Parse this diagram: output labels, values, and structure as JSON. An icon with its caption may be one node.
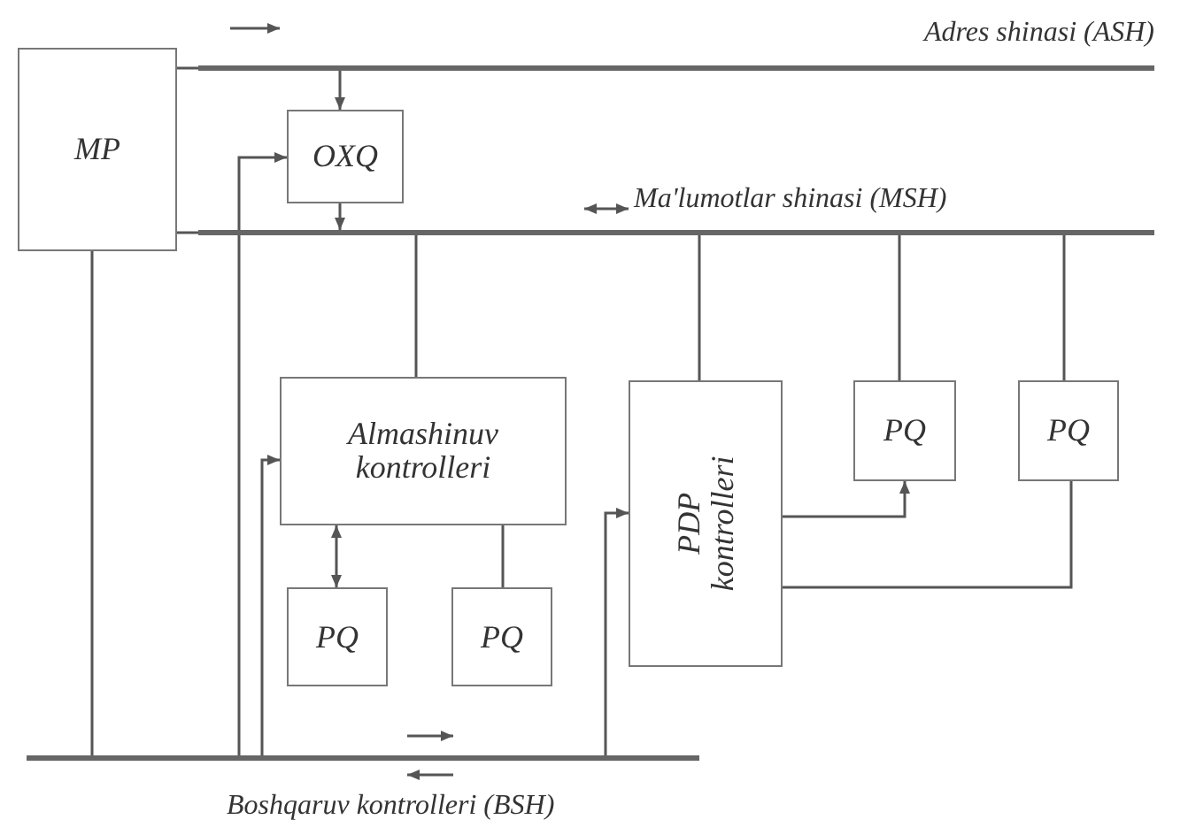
{
  "diagram": {
    "nodes": [
      {
        "text": [
          "MP"
        ]
      },
      {
        "text": [
          "OXQ"
        ]
      },
      {
        "text": [
          "Almashinuv kontrolleri"
        ]
      },
      {
        "text": [
          "PQ"
        ]
      },
      {
        "text": [
          "PQ"
        ]
      },
      {
        "text": [
          "PDP kontrolleri"
        ]
      },
      {
        "text": [
          "PQ"
        ]
      },
      {
        "text": [
          "PQ"
        ]
      },
      {
        "text": [],
        "shape": "bar",
        "beside": [
          "Adres shinasi (ASH)"
        ]
      },
      {
        "text": [],
        "shape": "bar",
        "beside": [
          "Ma'lumotlar shinasi (MSH)"
        ]
      },
      {
        "text": [],
        "shape": "bar",
        "beside": [
          "Boshqaruv kontrolleri (BSH)"
        ]
      }
    ],
    "edges": [
      {
        "from": 0,
        "to": 8,
        "arrow": "none"
      },
      {
        "from": 0,
        "to": 9,
        "arrow": "none"
      },
      {
        "from": 0,
        "to": 10,
        "arrow": "none"
      },
      {
        "from": 8,
        "to": 1,
        "arrow": "to"
      },
      {
        "from": 1,
        "to": 9,
        "arrow": "to"
      },
      {
        "from": 10,
        "to": 1,
        "arrow": "to"
      },
      {
        "from": 9,
        "to": 2,
        "arrow": "none"
      },
      {
        "from": 10,
        "to": 2,
        "arrow": "to"
      },
      {
        "from": 2,
        "to": 3,
        "arrow": "both"
      },
      {
        "from": 2,
        "to": 4,
        "arrow": "none"
      },
      {
        "from": 9,
        "to": 5,
        "arrow": "none"
      },
      {
        "from": 10,
        "to": 5,
        "arrow": "to"
      },
      {
        "from": 9,
        "to": 6,
        "arrow": "none"
      },
      {
        "from": 9,
        "to": 7,
        "arrow": "none"
      },
      {
        "from": 5,
        "to": 6,
        "arrow": "to"
      },
      {
        "from": 7,
        "to": 5,
        "arrow": "none"
      }
    ]
  }
}
